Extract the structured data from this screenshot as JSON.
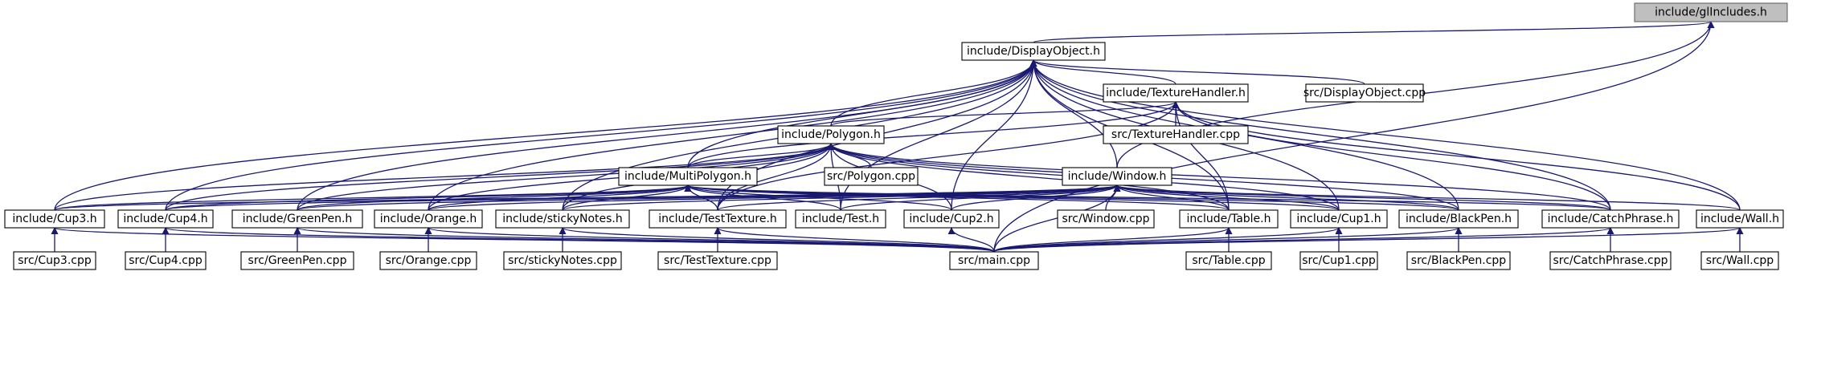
{
  "colors": {
    "edge": "#191970",
    "root_fill": "#bfbfbf",
    "node_fill": "#ffffff",
    "border": "#000000"
  },
  "nodes": {
    "glincludes": "include/glIncludes.h",
    "displayobject": "include/DisplayObject.h",
    "texturehandler": "include/TextureHandler.h",
    "displayobject_cpp": "src/DisplayObject.cpp",
    "texturehandler_cpp": "src/TextureHandler.cpp",
    "polygon": "include/Polygon.h",
    "polygon_cpp": "src/Polygon.cpp",
    "multipolygon": "include/MultiPolygon.h",
    "window": "include/Window.h",
    "cup3": "include/Cup3.h",
    "cup4": "include/Cup4.h",
    "greenpen": "include/GreenPen.h",
    "orange": "include/Orange.h",
    "stickynotes": "include/stickyNotes.h",
    "testtexture": "include/TestTexture.h",
    "test": "include/Test.h",
    "cup2": "include/Cup2.h",
    "window_cpp": "src/Window.cpp",
    "table": "include/Table.h",
    "cup1": "include/Cup1.h",
    "blackpen": "include/BlackPen.h",
    "catchphrase": "include/CatchPhrase.h",
    "wall": "include/Wall.h",
    "cup3_cpp": "src/Cup3.cpp",
    "cup4_cpp": "src/Cup4.cpp",
    "greenpen_cpp": "src/GreenPen.cpp",
    "orange_cpp": "src/Orange.cpp",
    "stickynotes_cpp": "src/stickyNotes.cpp",
    "testtexture_cpp": "src/TestTexture.cpp",
    "main_cpp": "src/main.cpp",
    "table_cpp": "src/Table.cpp",
    "cup1_cpp": "src/Cup1.cpp",
    "blackpen_cpp": "src/BlackPen.cpp",
    "catchphrase_cpp": "src/CatchPhrase.cpp",
    "wall_cpp": "src/Wall.cpp"
  },
  "edges": [
    [
      "displayobject",
      "glincludes"
    ],
    [
      "window",
      "glincludes"
    ],
    [
      "main_cpp",
      "glincludes"
    ],
    [
      "texturehandler",
      "displayobject"
    ],
    [
      "displayobject_cpp",
      "displayobject"
    ],
    [
      "polygon",
      "displayobject"
    ],
    [
      "multipolygon",
      "displayobject"
    ],
    [
      "window",
      "displayobject"
    ],
    [
      "cup3",
      "displayobject"
    ],
    [
      "cup4",
      "displayobject"
    ],
    [
      "greenpen",
      "displayobject"
    ],
    [
      "orange",
      "displayobject"
    ],
    [
      "stickynotes",
      "displayobject"
    ],
    [
      "testtexture",
      "displayobject"
    ],
    [
      "test",
      "displayobject"
    ],
    [
      "cup2",
      "displayobject"
    ],
    [
      "table",
      "displayobject"
    ],
    [
      "cup1",
      "displayobject"
    ],
    [
      "blackpen",
      "displayobject"
    ],
    [
      "catchphrase",
      "displayobject"
    ],
    [
      "wall",
      "displayobject"
    ],
    [
      "texturehandler_cpp",
      "texturehandler"
    ],
    [
      "polygon",
      "texturehandler"
    ],
    [
      "multipolygon",
      "texturehandler"
    ],
    [
      "testtexture",
      "texturehandler"
    ],
    [
      "table",
      "texturehandler"
    ],
    [
      "catchphrase",
      "texturehandler"
    ],
    [
      "wall",
      "texturehandler"
    ],
    [
      "polygon_cpp",
      "polygon"
    ],
    [
      "multipolygon",
      "polygon"
    ],
    [
      "cup3",
      "polygon"
    ],
    [
      "cup4",
      "polygon"
    ],
    [
      "greenpen",
      "polygon"
    ],
    [
      "orange",
      "polygon"
    ],
    [
      "stickynotes",
      "polygon"
    ],
    [
      "testtexture",
      "polygon"
    ],
    [
      "test",
      "polygon"
    ],
    [
      "cup2",
      "polygon"
    ],
    [
      "table",
      "polygon"
    ],
    [
      "cup1",
      "polygon"
    ],
    [
      "blackpen",
      "polygon"
    ],
    [
      "catchphrase",
      "polygon"
    ],
    [
      "cup3",
      "multipolygon"
    ],
    [
      "cup4",
      "multipolygon"
    ],
    [
      "greenpen",
      "multipolygon"
    ],
    [
      "orange",
      "multipolygon"
    ],
    [
      "stickynotes",
      "multipolygon"
    ],
    [
      "testtexture",
      "multipolygon"
    ],
    [
      "test",
      "multipolygon"
    ],
    [
      "cup2",
      "multipolygon"
    ],
    [
      "table",
      "multipolygon"
    ],
    [
      "cup1",
      "multipolygon"
    ],
    [
      "blackpen",
      "multipolygon"
    ],
    [
      "catchphrase",
      "multipolygon"
    ],
    [
      "window_cpp",
      "window"
    ],
    [
      "main_cpp",
      "window"
    ],
    [
      "cup3",
      "window"
    ],
    [
      "cup4",
      "window"
    ],
    [
      "greenpen",
      "window"
    ],
    [
      "orange",
      "window"
    ],
    [
      "stickynotes",
      "window"
    ],
    [
      "testtexture",
      "window"
    ],
    [
      "test",
      "window"
    ],
    [
      "cup2",
      "window"
    ],
    [
      "table",
      "window"
    ],
    [
      "cup1",
      "window"
    ],
    [
      "blackpen",
      "window"
    ],
    [
      "catchphrase",
      "window"
    ],
    [
      "wall",
      "window"
    ],
    [
      "cup3_cpp",
      "cup3"
    ],
    [
      "main_cpp",
      "cup3"
    ],
    [
      "cup4_cpp",
      "cup4"
    ],
    [
      "main_cpp",
      "cup4"
    ],
    [
      "greenpen_cpp",
      "greenpen"
    ],
    [
      "main_cpp",
      "greenpen"
    ],
    [
      "orange_cpp",
      "orange"
    ],
    [
      "main_cpp",
      "orange"
    ],
    [
      "stickynotes_cpp",
      "stickynotes"
    ],
    [
      "main_cpp",
      "stickynotes"
    ],
    [
      "testtexture_cpp",
      "testtexture"
    ],
    [
      "main_cpp",
      "testtexture"
    ],
    [
      "main_cpp",
      "cup2"
    ],
    [
      "table_cpp",
      "table"
    ],
    [
      "main_cpp",
      "table"
    ],
    [
      "cup1_cpp",
      "cup1"
    ],
    [
      "main_cpp",
      "cup1"
    ],
    [
      "blackpen_cpp",
      "blackpen"
    ],
    [
      "main_cpp",
      "blackpen"
    ],
    [
      "catchphrase_cpp",
      "catchphrase"
    ],
    [
      "main_cpp",
      "catchphrase"
    ],
    [
      "wall_cpp",
      "wall"
    ],
    [
      "main_cpp",
      "wall"
    ]
  ]
}
